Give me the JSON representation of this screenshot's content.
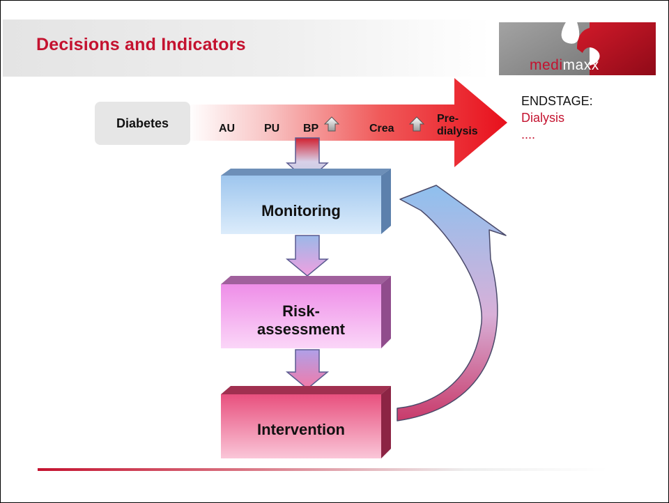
{
  "slide": {
    "title": "Decisions and Indicators"
  },
  "logo": {
    "part1": "med",
    "part2": "i",
    "part3": "maxx"
  },
  "progression": {
    "start": "Diabetes",
    "markers": [
      "AU",
      "PU",
      "BP",
      "Crea"
    ],
    "predialysis_line1": "Pre-",
    "predialysis_line2": "dialysis"
  },
  "endstage": {
    "heading": "ENDSTAGE:",
    "item": "Dialysis",
    "ellipsis": "...."
  },
  "cycle": {
    "monitoring": "Monitoring",
    "risk_line1": "Risk-",
    "risk_line2": "assessment",
    "intervention": "Intervention"
  },
  "colors": {
    "accent_red": "#c4122f",
    "monitoring_blue": "#a9cdf0",
    "risk_pink": "#f2a6ee",
    "intervention_pink": "#ee6f9a"
  },
  "icons": [
    "puzzle-logo-icon",
    "up-arrow-icon",
    "down-arrow-icon",
    "curved-feedback-arrow-icon"
  ]
}
